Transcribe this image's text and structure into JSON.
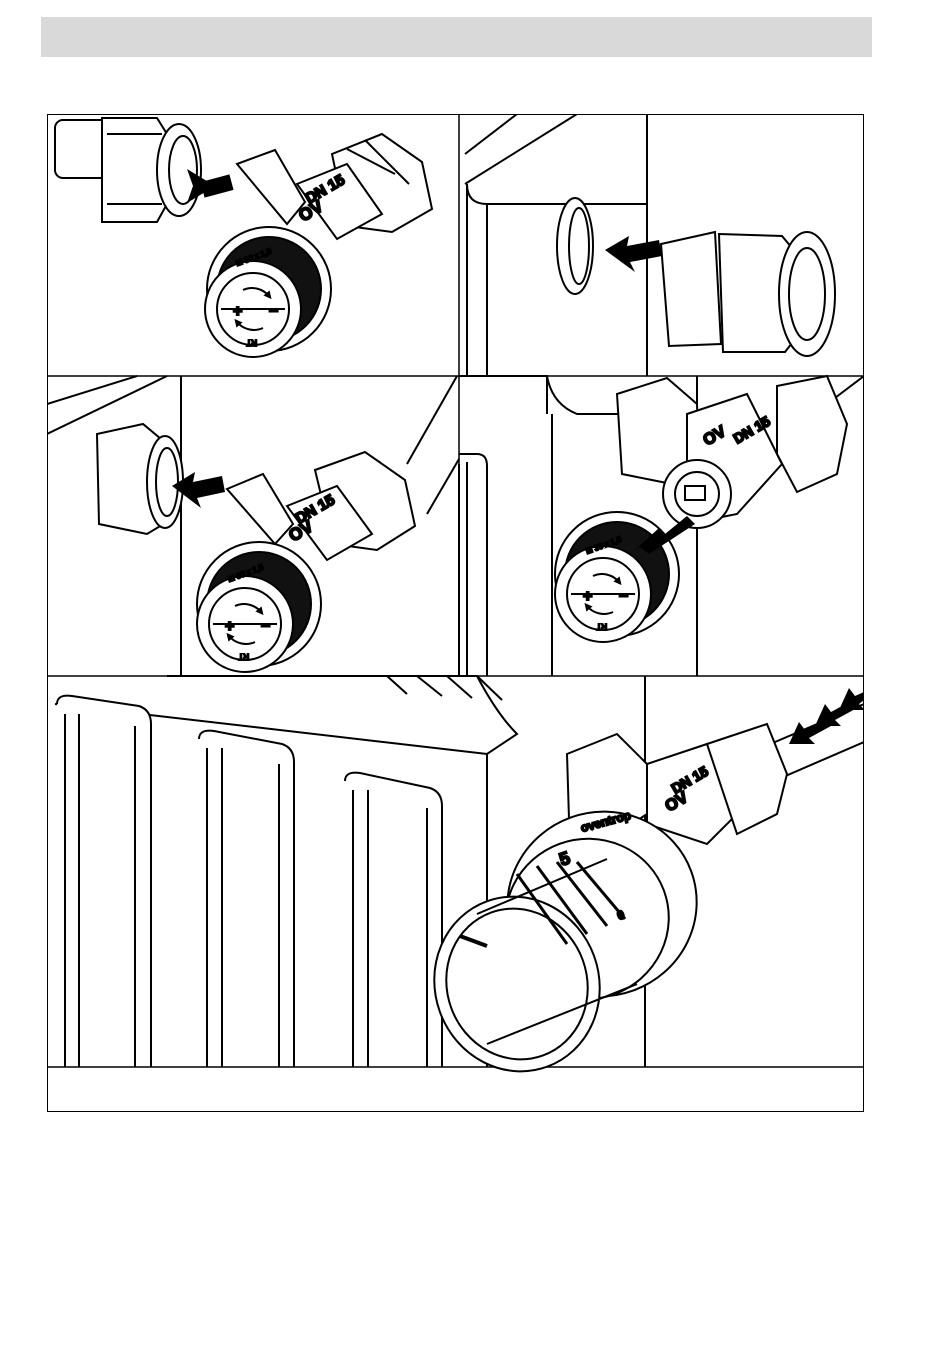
{
  "header": {
    "background": "#d9d9d9"
  },
  "valve": {
    "size_label": "DN 15",
    "brand_short": "OV",
    "thread_label": "M 30 x 1,5",
    "symbol_plus": "+",
    "symbol_minus": "−",
    "code_label": "RT"
  },
  "thermostat": {
    "brand": "oventrop",
    "scale_five": "5",
    "scale_zero": "0"
  },
  "caption": ""
}
